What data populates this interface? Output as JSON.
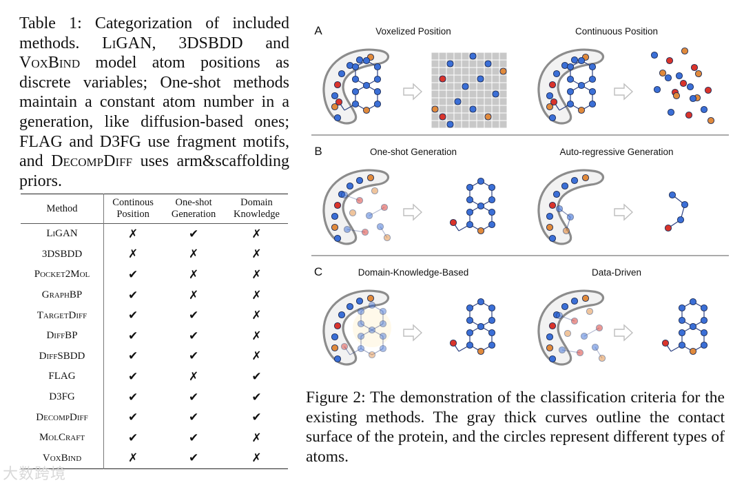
{
  "table_caption": {
    "parts": [
      {
        "text": "Table 1: Categorization of included methods. ",
        "sc": false
      },
      {
        "text": "LiGAN",
        "sc": true
      },
      {
        "text": ", 3DSBDD and ",
        "sc": false
      },
      {
        "text": "VoxBind",
        "sc": true
      },
      {
        "text": " model atom positions as discrete variables; One-shot methods maintain a constant atom number in a generation, like diffusion-based ones; FLAG and D3FG use fragment motifs, and ",
        "sc": false
      },
      {
        "text": "DecompDiff",
        "sc": true
      },
      {
        "text": " uses arm&scaffolding priors.",
        "sc": false
      }
    ]
  },
  "table": {
    "headers": [
      "Method",
      "Continous Position",
      "One-shot Generation",
      "Domain Knowledge"
    ],
    "rows": [
      {
        "method": "LiGAN",
        "cells": [
          "✗",
          "✔",
          "✗"
        ]
      },
      {
        "method": "3DSBDD",
        "cells": [
          "✗",
          "✗",
          "✗"
        ]
      },
      {
        "method": "Pocket2Mol",
        "cells": [
          "✔",
          "✗",
          "✗"
        ]
      },
      {
        "method": "GraphBP",
        "cells": [
          "✔",
          "✗",
          "✗"
        ]
      },
      {
        "method": "TargetDiff",
        "cells": [
          "✔",
          "✔",
          "✗"
        ]
      },
      {
        "method": "DiffBP",
        "cells": [
          "✔",
          "✔",
          "✗"
        ]
      },
      {
        "method": "DiffSBDD",
        "cells": [
          "✔",
          "✔",
          "✗"
        ]
      },
      {
        "method": "FLAG",
        "cells": [
          "✔",
          "✗",
          "✔"
        ]
      },
      {
        "method": "D3FG",
        "cells": [
          "✔",
          "✔",
          "✔"
        ]
      },
      {
        "method": "DecompDiff",
        "cells": [
          "✔",
          "✔",
          "✔"
        ]
      },
      {
        "method": "MolCraft",
        "cells": [
          "✔",
          "✔",
          "✗"
        ]
      },
      {
        "method": "VoxBind",
        "cells": [
          "✗",
          "✔",
          "✗"
        ]
      }
    ]
  },
  "watermark": "大数跨境",
  "figure": {
    "panels": [
      {
        "letter": "A",
        "left_title": "Voxelized Position",
        "right_title": "Continuous Position"
      },
      {
        "letter": "B",
        "left_title": "One-shot Generation",
        "right_title": "Auto-regressive Generation"
      },
      {
        "letter": "C",
        "left_title": "Domain-Knowledge-Based",
        "right_title": "Data-Driven"
      }
    ],
    "colors": {
      "blue": "#3b6fd6",
      "red": "#d9342b",
      "orange": "#e08a3c",
      "pocket": "#9a9a9a",
      "grid": "#c8c8c8"
    }
  },
  "figure_caption": "Figure 2: The demonstration of the classification criteria for the existing methods. The gray thick curves outline the contact surface of the protein, and the circles represent different types of atoms."
}
